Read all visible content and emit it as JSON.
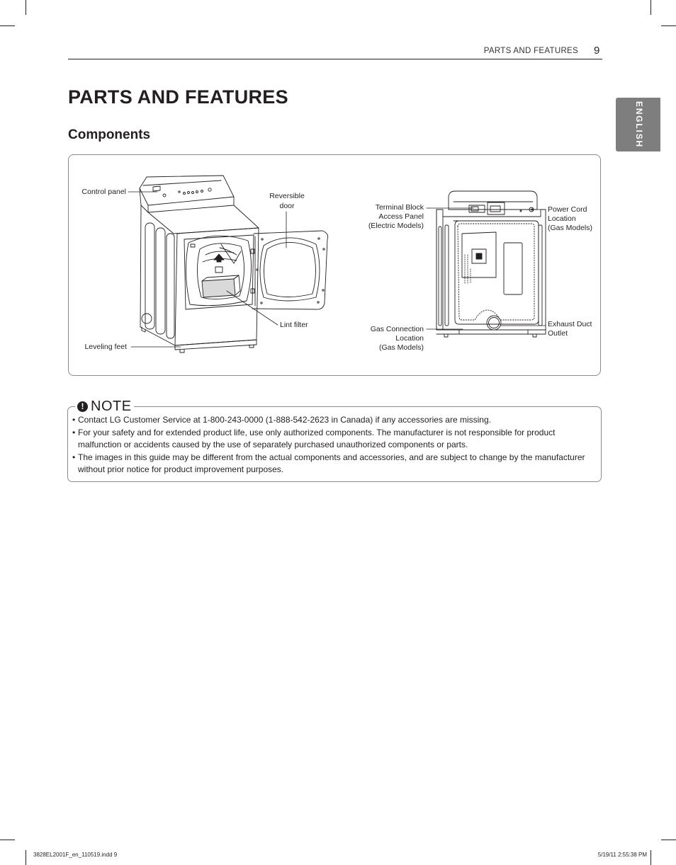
{
  "header": {
    "section": "PARTS AND FEATURES",
    "page_number": "9"
  },
  "language_tab": "ENGLISH",
  "title": "PARTS AND FEATURES",
  "section_title": "Components",
  "front_view": {
    "labels": {
      "control_panel": "Control panel",
      "reversible_door_1": "Reversible",
      "reversible_door_2": "door",
      "lint_filter": "Lint filter",
      "leveling_feet": "Leveling feet"
    }
  },
  "back_view": {
    "labels": {
      "terminal_block_1": "Terminal Block",
      "terminal_block_2": "Access Panel",
      "terminal_block_3": "(Electric Models)",
      "power_cord_1": "Power Cord",
      "power_cord_2": "Location",
      "power_cord_3": "(Gas Models)",
      "gas_connection_1": "Gas Connection",
      "gas_connection_2": "Location",
      "gas_connection_3": "(Gas Models)",
      "exhaust_duct_1": "Exhaust Duct",
      "exhaust_duct_2": "Outlet"
    }
  },
  "note": {
    "title": "NOTE",
    "items": [
      "Contact LG Customer Service at 1-800-243-0000 (1-888-542-2623 in Canada) if any accessories are missing.",
      "For your safety and for extended product life, use only authorized components. The manufacturer is not responsible for product malfunction or accidents caused by the use of separately purchased unauthorized components or parts.",
      "The images in this guide may be different from the actual components and accessories, and are subject to change by the manufacturer without prior notice for product improvement purposes."
    ]
  },
  "footer": {
    "file": "3828EL2001F_en_110519.indd   9",
    "timestamp": "5/19/11   2:55:38 PM"
  }
}
